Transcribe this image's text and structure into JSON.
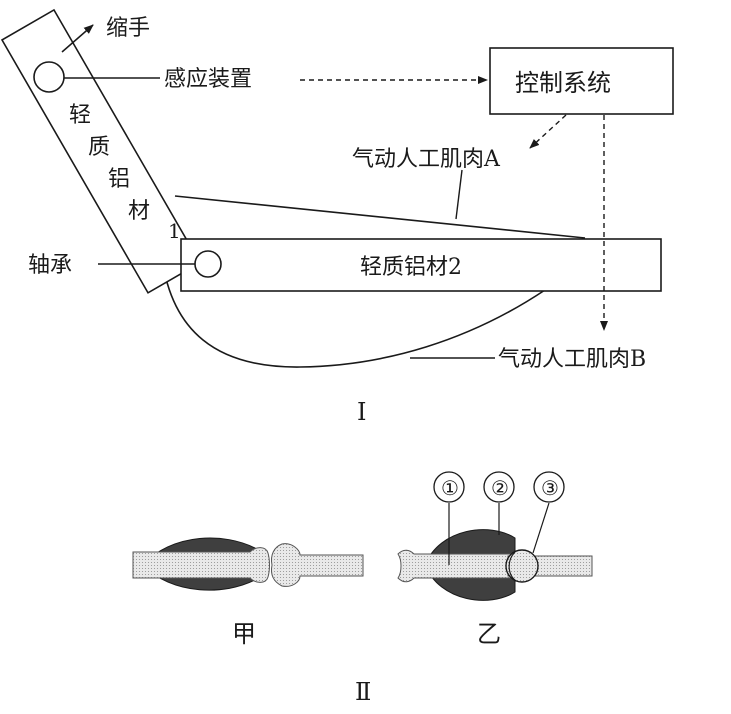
{
  "part1": {
    "roman": "Ⅰ",
    "retract_label": "缩手",
    "sensor_label": "感应装置",
    "control_system": "控制系统",
    "muscle_a": "气动人工肌肉A",
    "muscle_b": "气动人工肌肉B",
    "bearing_label": "轴承",
    "bar1_chars": [
      "轻",
      "质",
      "铝",
      "材",
      "1"
    ],
    "bar2_label": "轻质铝材2"
  },
  "part2": {
    "roman": "Ⅱ",
    "jia": "甲",
    "yi": "乙",
    "markers": [
      "①",
      "②",
      "③"
    ]
  }
}
